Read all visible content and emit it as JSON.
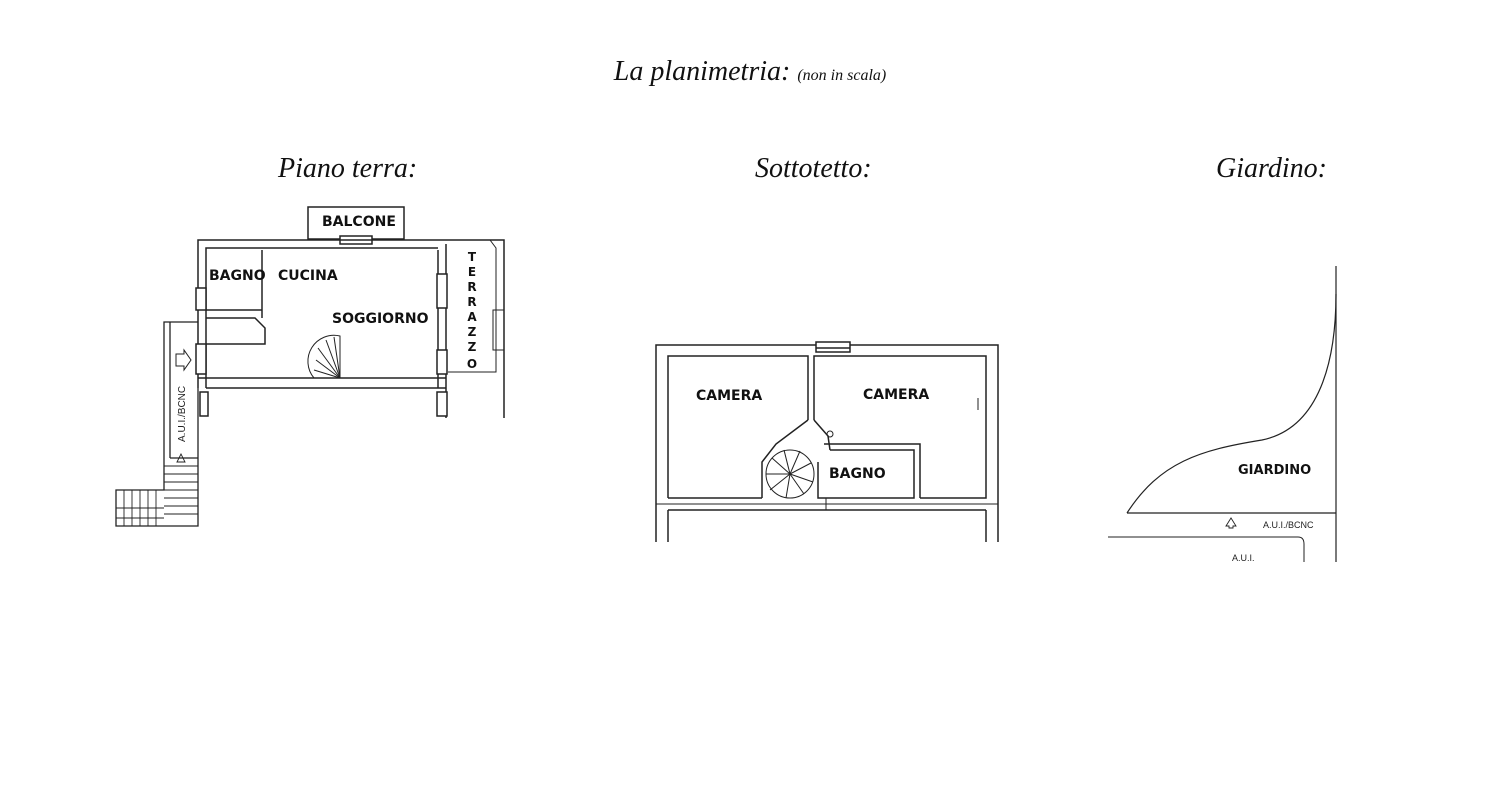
{
  "title": "La planimetria:",
  "title_note": "(non in scala)",
  "sections": {
    "ground": {
      "title": "Piano terra:",
      "rooms": {
        "balcone": "BALCONE",
        "bagno": "BAGNO",
        "cucina": "CUCINA",
        "soggiorno": "SOGGIORNO"
      },
      "terrazzo_letters": [
        "T",
        "E",
        "R",
        "R",
        "A",
        "Z",
        "Z",
        "O"
      ],
      "corridor_label": "A.U.I./BCNC"
    },
    "attic": {
      "title": "Sottotetto:",
      "rooms": {
        "camera_left": "CAMERA",
        "camera_right": "CAMERA",
        "bagno": "BAGNO"
      }
    },
    "garden": {
      "title": "Giardino:",
      "rooms": {
        "giardino": "GIARDINO"
      },
      "bcnc_label": "A.U.I./BCNC",
      "aui_label": "A.U.I."
    }
  }
}
